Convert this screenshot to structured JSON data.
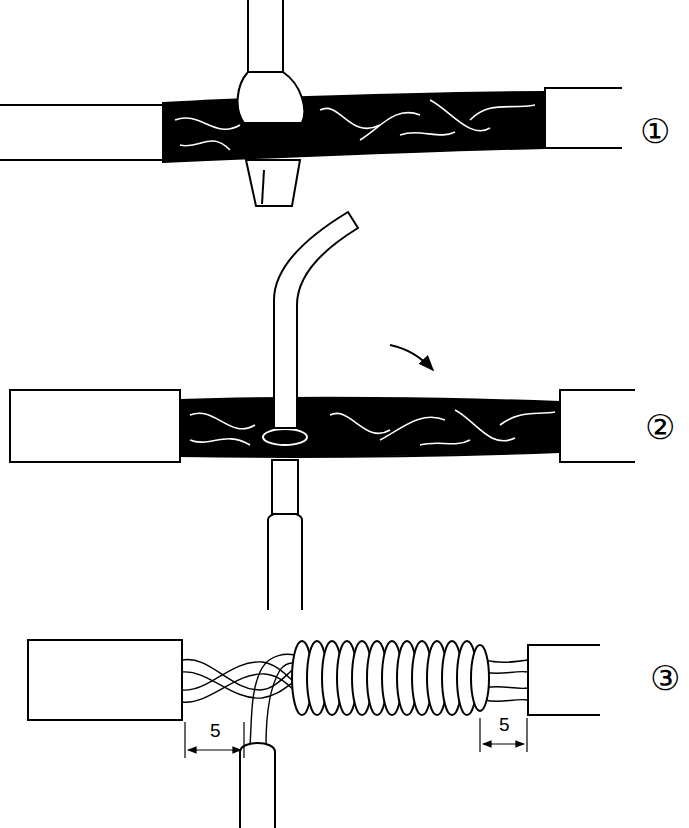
{
  "diagram": {
    "labels": [
      "①",
      "②",
      "③",
      "5",
      "5"
    ]
  }
}
